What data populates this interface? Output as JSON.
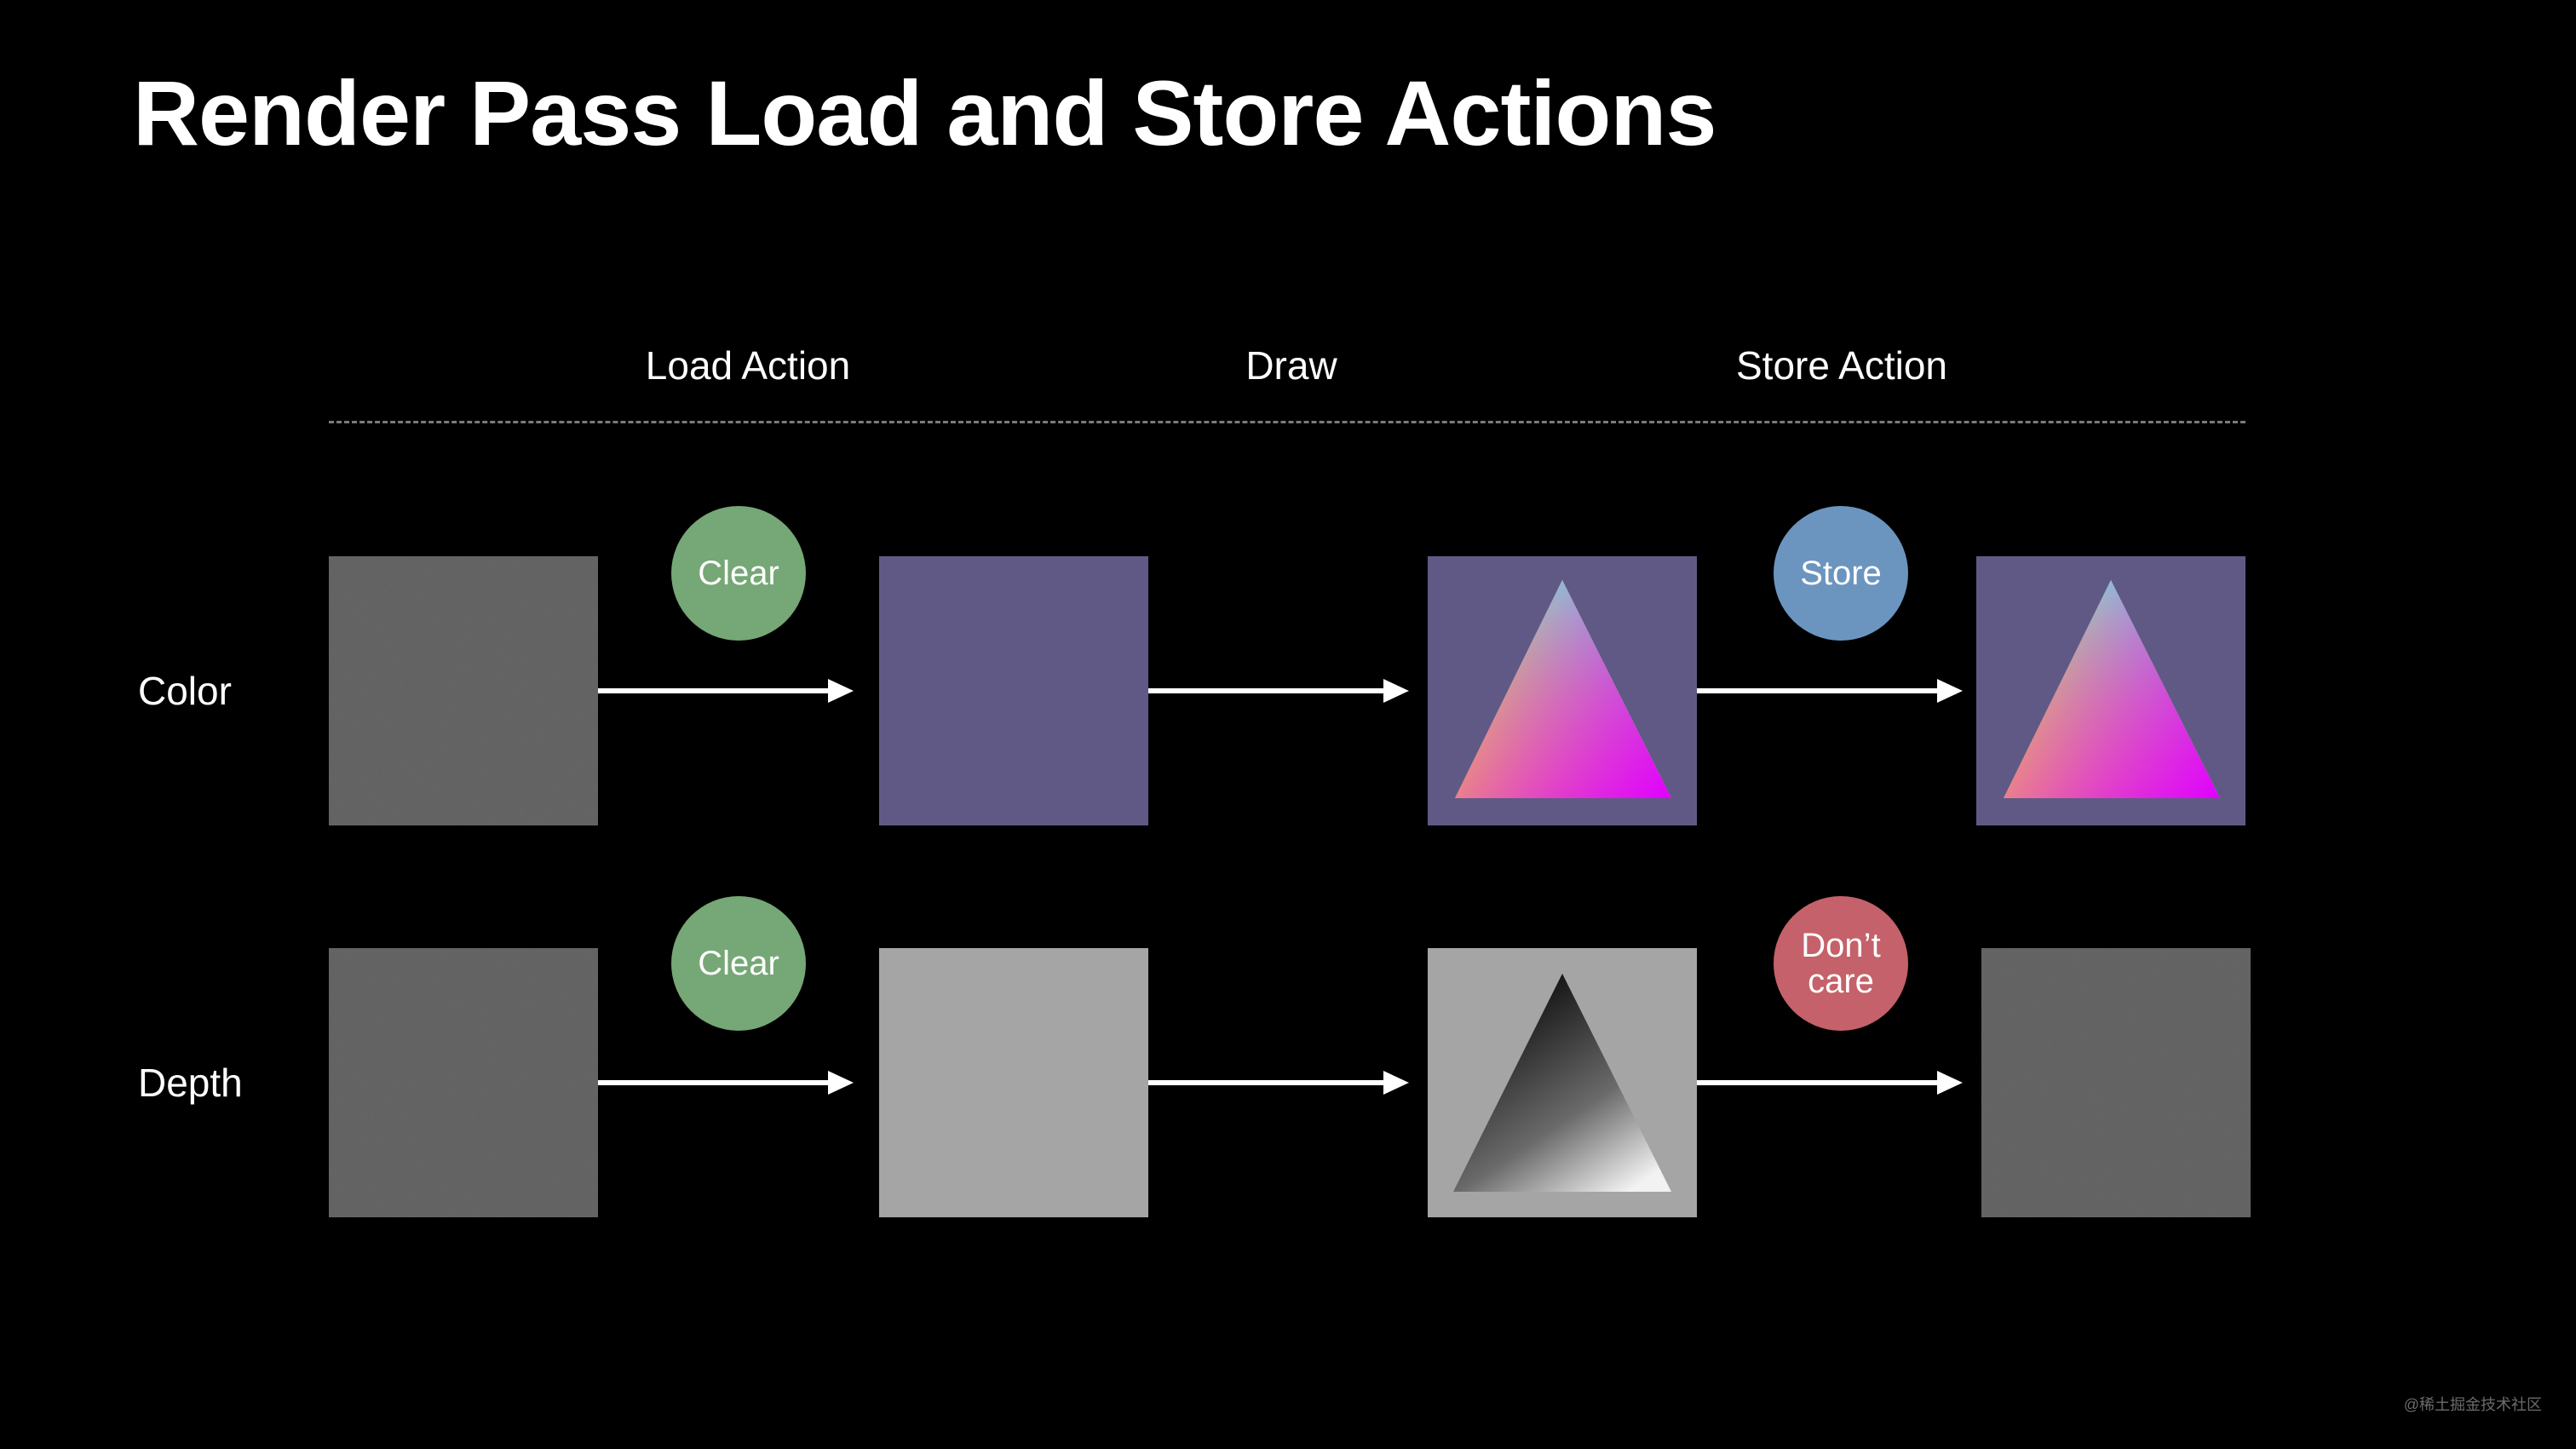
{
  "title": "Render Pass Load and Store Actions",
  "columns": {
    "load": "Load Action",
    "draw": "Draw",
    "store": "Store Action"
  },
  "rows": {
    "color": {
      "label": "Color",
      "load_badge": "Clear",
      "store_badge": "Store"
    },
    "depth": {
      "label": "Depth",
      "load_badge": "Clear",
      "store_badge": "Don’t\ncare"
    }
  },
  "watermark": "@稀土掘金技术社区",
  "colors": {
    "background": "#000000",
    "undefined_surface": "#5e5e5e",
    "clear_color": "#615985",
    "clear_depth": "#a5a5a5",
    "clear_badge": "#76a776",
    "store_badge": "#6b95bf",
    "dont_care_badge": "#c5616a"
  }
}
